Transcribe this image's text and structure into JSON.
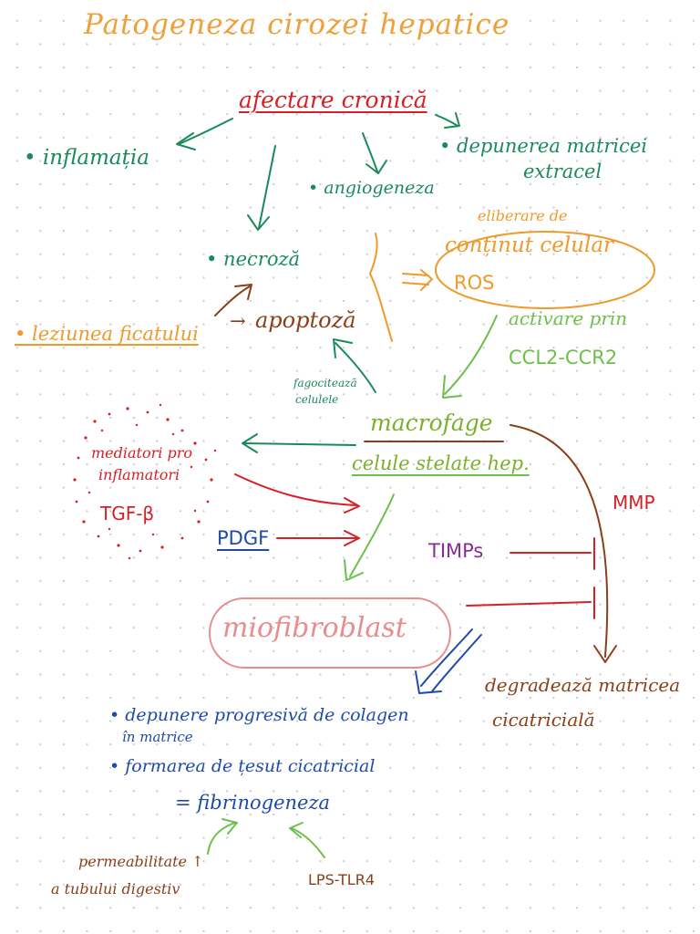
{
  "title": "Patogeneza cirozei hepatice",
  "nodes": {
    "afectare": "afectare cronică",
    "inflamatia": "• inflamația",
    "depunerea": "• depunerea matricei",
    "extracel": "extracel",
    "angiogeneza": "• angiogeneza",
    "necroza": "• necroză",
    "eliberare": "eliberare de",
    "continut": "conținut celular",
    "ros": "ROS",
    "leziunea": "• leziunea ficatului",
    "apoptoza": "apoptoză",
    "activare": "activare prin",
    "ccl2": "CCL2-CCR2",
    "fagociteaza_1": "fagocitează",
    "fagociteaza_2": "celulele",
    "macrofage": "macrofage",
    "stelate": "celule stelate hep.",
    "mediatori_1": "mediatori pro",
    "mediatori_2": "inflamatori",
    "tgf": "TGF-β",
    "pdgf": "PDGF",
    "timps": "TIMPs",
    "mmp": "MMP",
    "miofibroblast": "miofibroblast",
    "degradeaza_1": "degradează matricea",
    "degradeaza_2": "cicatricială",
    "depunere_1": "• depunere progresivă de colagen",
    "depunere_2": "în matrice",
    "formarea": "• formarea de țesut cicatricial",
    "fibrinogeneza": "= fibrinogeneza",
    "permeabilitate_1": "permeabilitate ↑",
    "permeabilitate_2": "a tubului digestiv",
    "lps": "LPS-TLR4"
  },
  "colors": {
    "title": "#f0a03a",
    "red": "#d91f26",
    "green": "#1b8a5a",
    "orange": "#ef9a2a",
    "lime": "#6cc04a",
    "blue": "#1f4aa8",
    "brown": "#8b3f18",
    "purple": "#8a2a9e",
    "pink": "#e88d8d"
  }
}
